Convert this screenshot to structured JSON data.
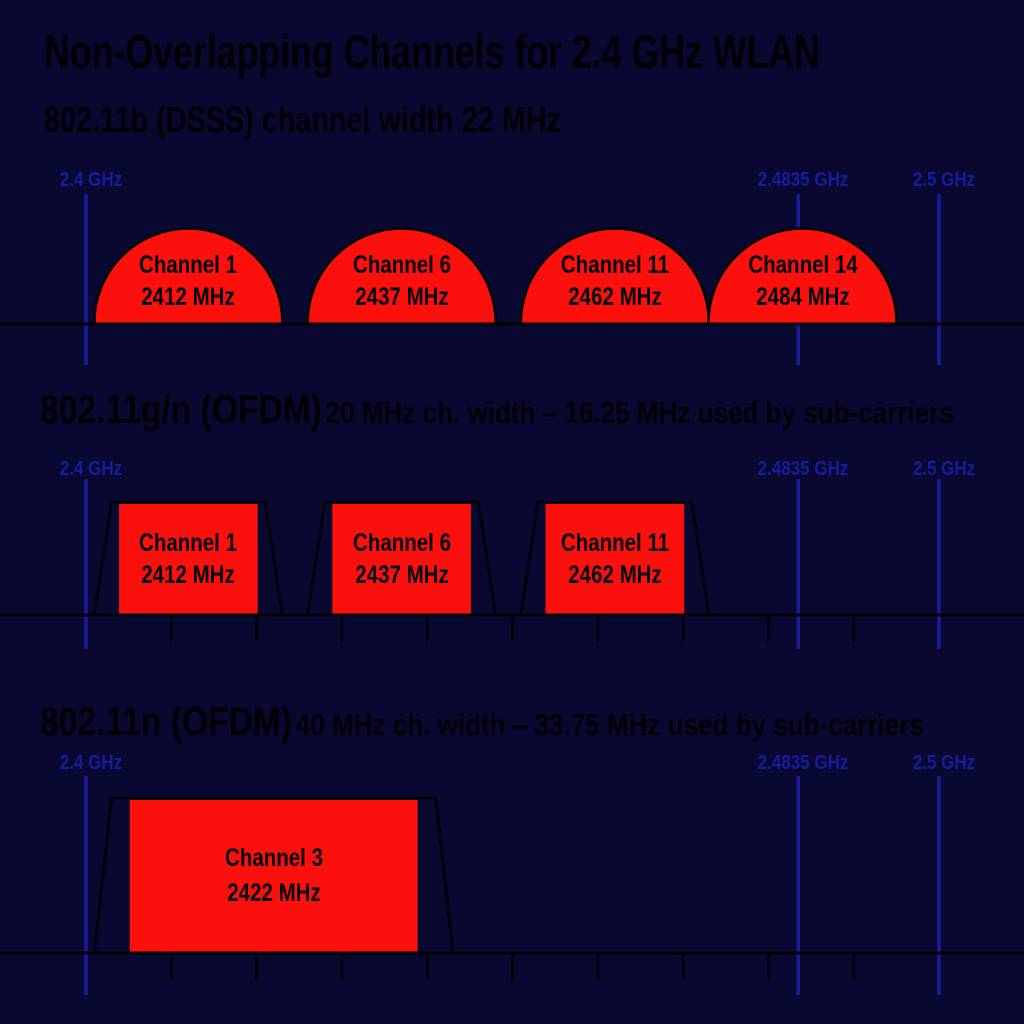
{
  "title": "Non-Overlapping Channels for 2.4 GHz WLAN",
  "colors": {
    "background": "#080831",
    "channel_fill_red": "#fb100d",
    "frequency_blue": "#181c9c",
    "outline_black": "#000005"
  },
  "frequency_markers": [
    {
      "label": "2.4 GHz",
      "mhz": 2400
    },
    {
      "label": "2.4835 GHz",
      "mhz": 2483.5
    },
    {
      "label": "2.5 GHz",
      "mhz": 2500
    }
  ],
  "sections": [
    {
      "id": "dsss",
      "heading_primary": "802.11b (DSSS)",
      "heading_secondary": "channel width 22 MHz",
      "shape": "semicircle",
      "channel_width_mhz": 22,
      "channels": [
        {
          "name": "Channel 1",
          "freq_label": "2412 MHz",
          "mhz": 2412
        },
        {
          "name": "Channel 6",
          "freq_label": "2437 MHz",
          "mhz": 2437
        },
        {
          "name": "Channel 11",
          "freq_label": "2462 MHz",
          "mhz": 2462
        },
        {
          "name": "Channel 14",
          "freq_label": "2484 MHz",
          "mhz": 2484
        }
      ]
    },
    {
      "id": "ofdm-20",
      "heading_primary": "802.11g/n (OFDM)",
      "heading_secondary": "20 MHz ch. width – 16.25 MHz used by sub-carriers",
      "shape": "trapezoid",
      "channel_width_mhz": 20,
      "subcarrier_width_mhz": 16.25,
      "channels": [
        {
          "name": "Channel 1",
          "freq_label": "2412 MHz",
          "mhz": 2412
        },
        {
          "name": "Channel 6",
          "freq_label": "2437 MHz",
          "mhz": 2437
        },
        {
          "name": "Channel 11",
          "freq_label": "2462 MHz",
          "mhz": 2462
        }
      ]
    },
    {
      "id": "ofdm-40",
      "heading_primary": "802.11n (OFDM)",
      "heading_secondary": "40 MHz ch. width – 33.75 MHz used by sub-carriers",
      "shape": "trapezoid",
      "channel_width_mhz": 40,
      "subcarrier_width_mhz": 33.75,
      "channels": [
        {
          "name": "Channel 3",
          "freq_label": "2422 MHz",
          "mhz": 2422
        }
      ]
    }
  ]
}
